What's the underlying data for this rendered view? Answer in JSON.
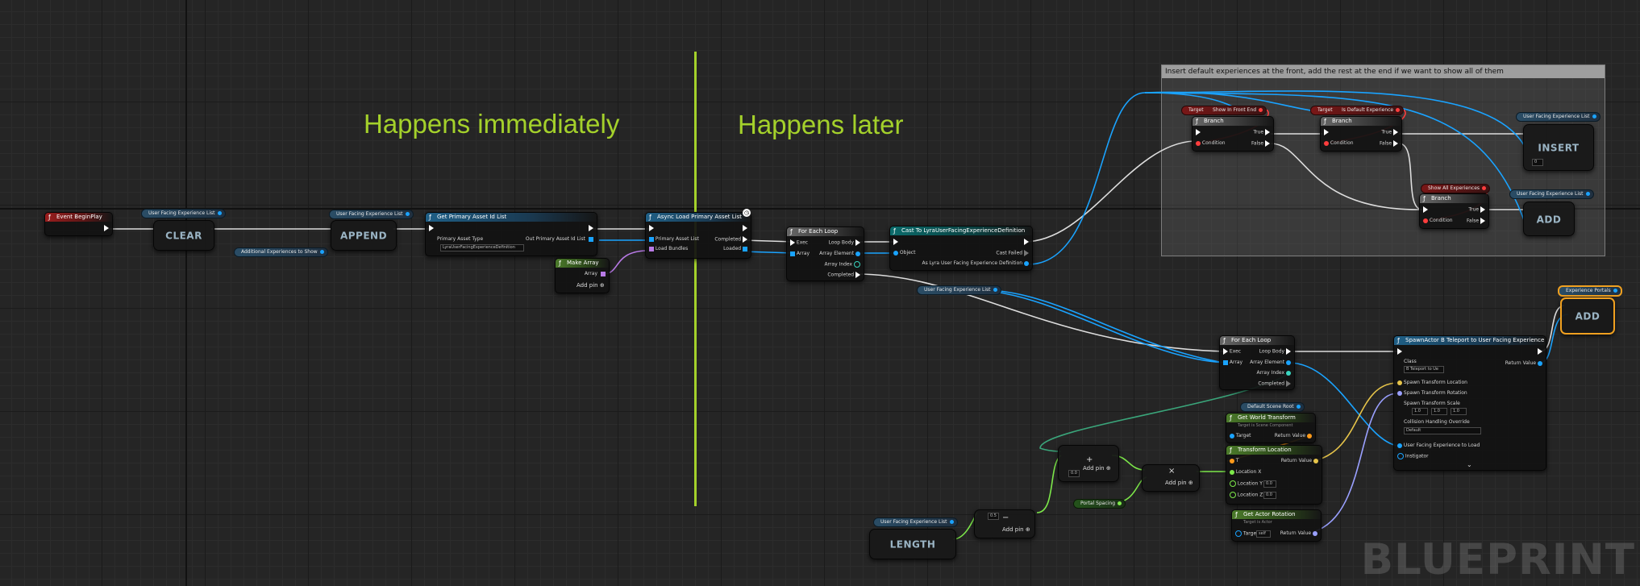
{
  "comments": {
    "immediately": "Happens immediately",
    "later": "Happens later",
    "group_title": "Insert default experiences at the front, add the rest at the end if we want to show all of them"
  },
  "watermark": "BLUEPRINT",
  "colors": {
    "exec": "#ffffff",
    "object": "#1aa3ff",
    "bool": "#ff3d3d",
    "float": "#7de84a",
    "struct": "#ff9a1a",
    "class": "#b87ae6",
    "comment": "#a4d12b"
  },
  "nodes": {
    "event_begin_play": {
      "title": "Event BeginPlay"
    },
    "var_user_list_1": {
      "label": "User Facing Experience List"
    },
    "clear": {
      "label": "CLEAR"
    },
    "var_additional": {
      "label": "Additional Experiences to Show"
    },
    "var_user_list_2": {
      "label": "User Facing Experience List"
    },
    "append": {
      "label": "APPEND"
    },
    "get_primary_asset_id_list": {
      "title": "Get Primary Asset Id List",
      "primary_asset_type_label": "Primary Asset Type",
      "primary_asset_type_value": "LyraUserFacingExperienceDefinition",
      "out_label": "Out Primary Asset Id List"
    },
    "make_array": {
      "title": "Make Array",
      "array_label": "Array",
      "add_pin": "Add pin"
    },
    "async_load": {
      "title": "Async Load Primary Asset List",
      "pin_primary_asset_list": "Primary Asset List",
      "pin_load_bundles": "Load Bundles",
      "pin_completed": "Completed",
      "pin_loaded": "Loaded"
    },
    "for_each_1": {
      "title": "For Each Loop",
      "exec": "Exec",
      "array": "Array",
      "loop_body": "Loop Body",
      "array_element": "Array Element",
      "array_index": "Array Index",
      "completed": "Completed"
    },
    "cast": {
      "title": "Cast To LyraUserFacingExperienceDefinition",
      "object": "Object",
      "cast_failed": "Cast Failed",
      "as_label": "As Lyra User Facing Experience Definition"
    },
    "branch_1": {
      "title": "Branch",
      "condition": "Condition",
      "true_label": "True",
      "false_label": "False"
    },
    "branch_2": {
      "title": "Branch",
      "condition": "Condition",
      "true_label": "True",
      "false_label": "False"
    },
    "branch_3": {
      "title": "Branch",
      "condition": "Condition",
      "true_label": "True",
      "false_label": "False"
    },
    "get_show_in_frontend": {
      "target": "Target",
      "value": "Show In Front End"
    },
    "get_is_default": {
      "target": "Target",
      "value": "Is Default Experience"
    },
    "var_show_all": {
      "label": "Show All Experiences"
    },
    "var_user_list_3": {
      "label": "User Facing Experience List"
    },
    "var_user_list_4": {
      "label": "User Facing Experience List"
    },
    "insert": {
      "label": "INSERT",
      "index": "0"
    },
    "add_1": {
      "label": "ADD"
    },
    "var_user_list_mod": {
      "label": "User Facing Experience List"
    },
    "for_each_2": {
      "title": "For Each Loop",
      "exec": "Exec",
      "array": "Array",
      "loop_body": "Loop Body",
      "array_element": "Array Element",
      "array_index": "Array Index",
      "completed": "Completed"
    },
    "spawn_actor": {
      "title": "SpawnActor B Teleport to User Facing Experience",
      "class_label": "Class",
      "class_value": "B Teleport to Ue",
      "return_value": "Return Value",
      "spawn_location": "Spawn Transform Location",
      "spawn_rotation": "Spawn Transform Rotation",
      "spawn_scale": "Spawn Transform Scale",
      "scale_x": "1.0",
      "scale_y": "1.0",
      "scale_z": "1.0",
      "collision_label": "Collision Handling Override",
      "collision_value": "Default",
      "user_facing_label": "User Facing Experience to Load",
      "instigator": "Instigator"
    },
    "var_experience_portals": {
      "label": "Experience Portals"
    },
    "add_2": {
      "label": "ADD"
    },
    "var_default_scene_root": {
      "label": "Default Scene Root"
    },
    "get_world_transform": {
      "title": "Get World Transform",
      "subtitle": "Target is Scene Component",
      "target": "Target",
      "return_value": "Return Value"
    },
    "transform_location": {
      "title": "Transform Location",
      "t": "T",
      "loc_x": "Location X",
      "loc_y": "Location Y",
      "loc_z": "Location Z",
      "y_value": "0.0",
      "z_value": "0.0",
      "return_value": "Return Value"
    },
    "get_actor_rotation": {
      "title": "Get Actor Rotation",
      "subtitle": "Target is Actor",
      "target": "Target",
      "target_value": "self",
      "return_value": "Return Value"
    },
    "add_float": {
      "symbol": "+",
      "value": "0.0",
      "add_pin": "Add pin"
    },
    "multiply": {
      "symbol": "×",
      "add_pin": "Add pin"
    },
    "subtract": {
      "symbol": "−",
      "value": "0.5",
      "add_pin": "Add pin"
    },
    "var_portal_spacing": {
      "label": "Portal Spacing"
    },
    "var_user_list_5": {
      "label": "User Facing Experience List"
    },
    "length": {
      "label": "LENGTH"
    }
  }
}
